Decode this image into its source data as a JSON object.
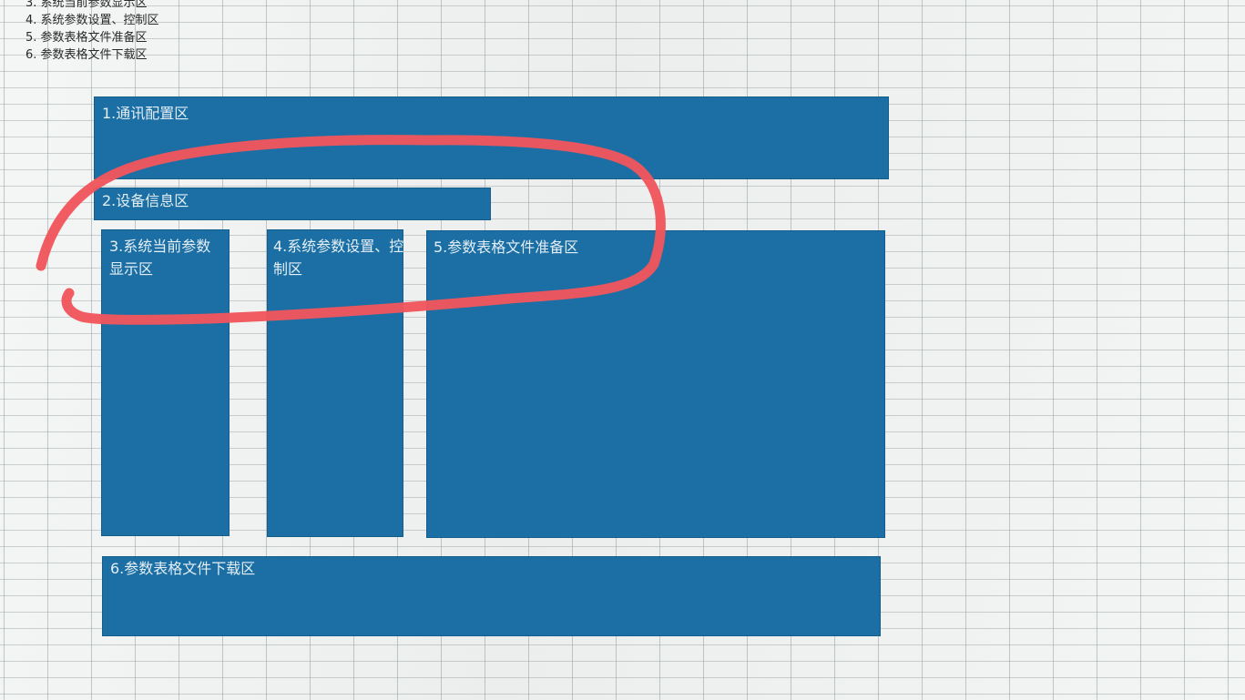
{
  "notes": [
    "3. 系统当前参数显示区",
    "4. 系统参数设置、控制区",
    "5. 参数表格文件准备区",
    "6. 参数表格文件下载区"
  ],
  "regions": {
    "comm_config": "1.通讯配置区",
    "device_info": "2.设备信息区",
    "current_params": "3.系统当前参数显示区",
    "param_settings": "4.系统参数设置、控制区",
    "table_prepare": "5.参数表格文件准备区",
    "table_download": "6.参数表格文件下载区"
  },
  "colors": {
    "block_fill": "#1c6fa4",
    "label_text": "#e3eef5",
    "highlight_marker": "#f0555c",
    "grid_background": "#f1f3f3"
  }
}
